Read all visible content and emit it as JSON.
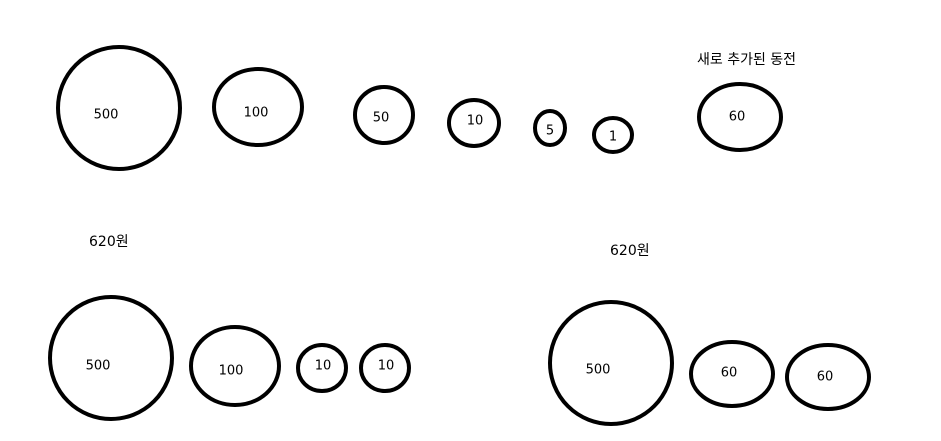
{
  "labels": {
    "new_coin_label": "새로 추가된 동전",
    "amount_left": "620원",
    "amount_right": "620원"
  },
  "coin_sets": {
    "original": [
      "500",
      "100",
      "50",
      "10",
      "5",
      "1"
    ],
    "new_coin": [
      "60"
    ],
    "combo_without_new": [
      "500",
      "100",
      "10",
      "10"
    ],
    "combo_with_new": [
      "500",
      "60",
      "60"
    ]
  },
  "colors": {
    "stroke": "#000000",
    "background": "#ffffff"
  }
}
